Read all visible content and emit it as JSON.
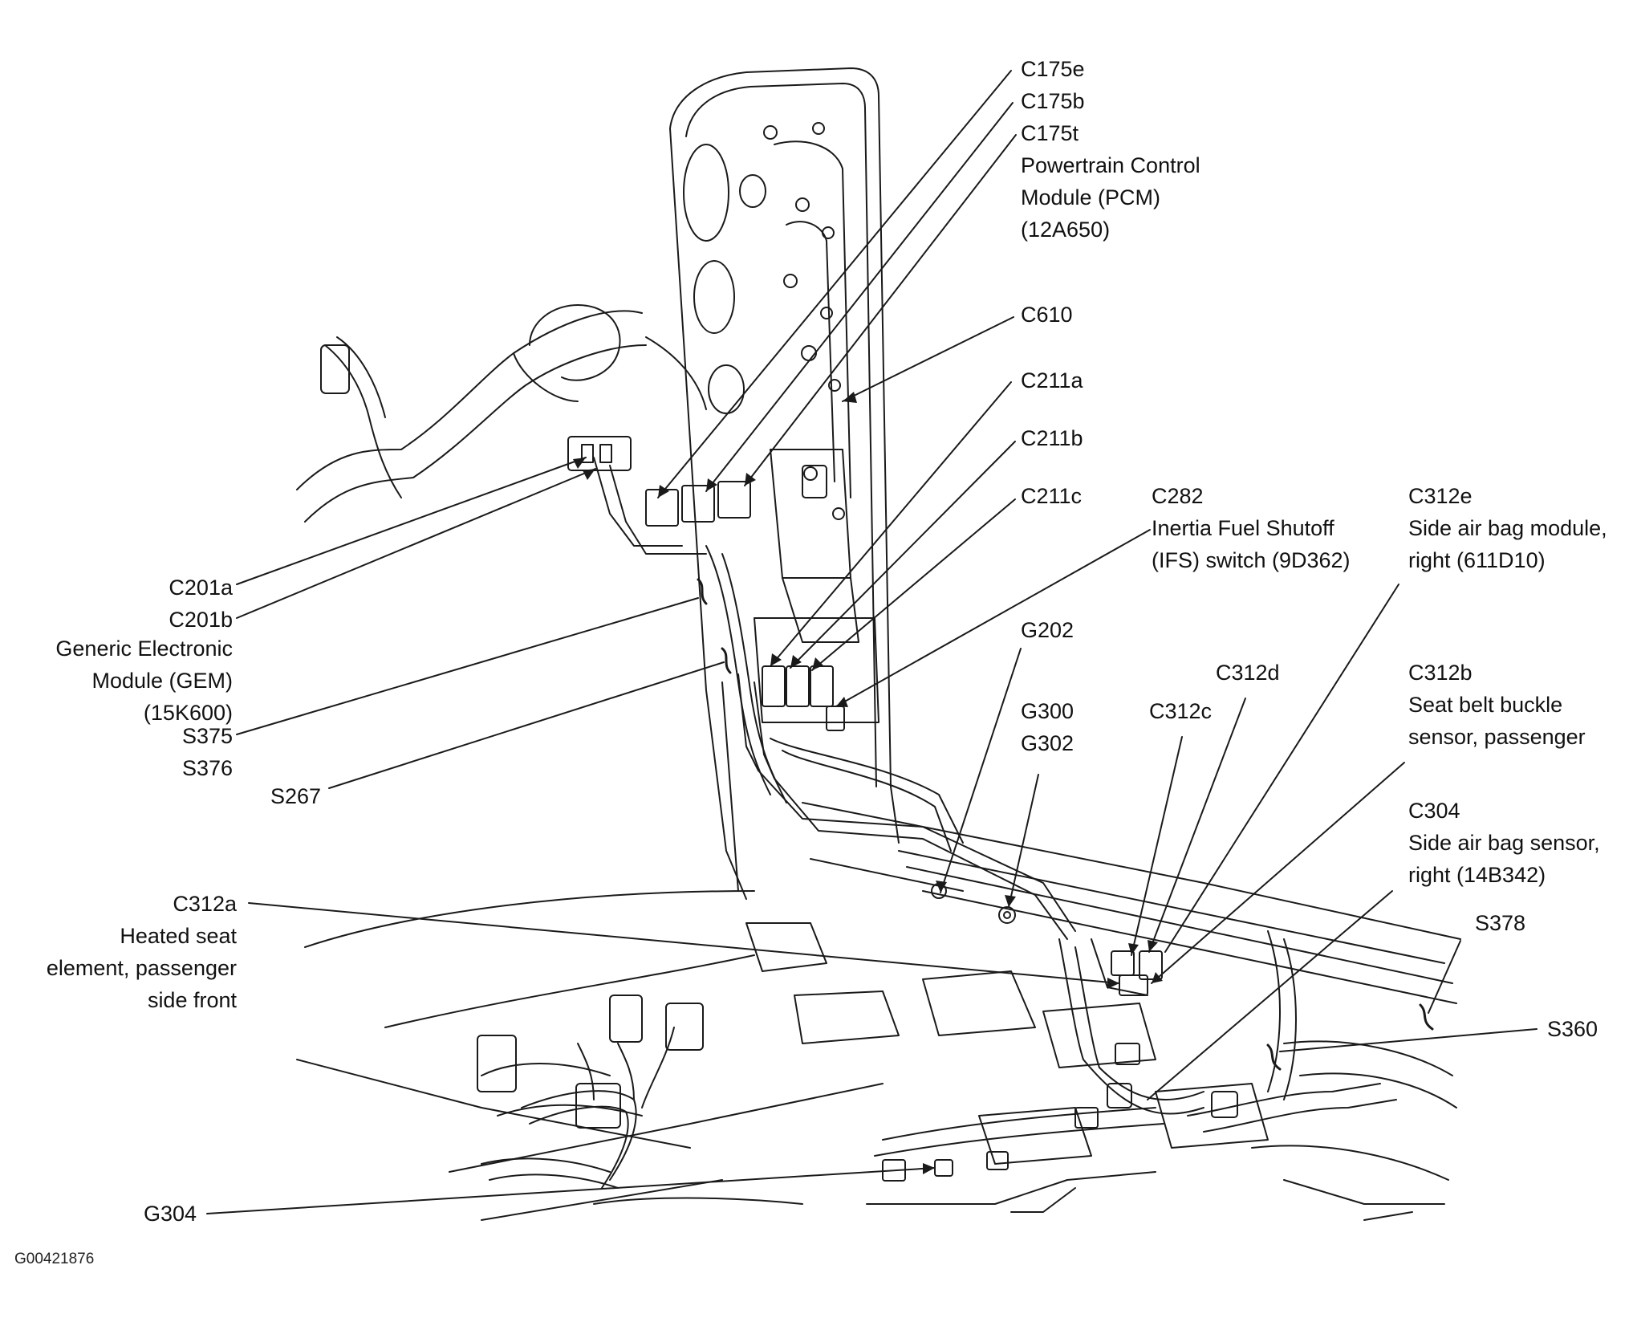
{
  "figure_id": "G00421876",
  "labels": {
    "c175e": "C175e",
    "c175b": "C175b",
    "c175t": "C175t",
    "pcm": [
      "Powertrain Control",
      "Module (PCM)",
      "(12A650)"
    ],
    "c610": "C610",
    "c211a": "C211a",
    "c211b": "C211b",
    "c211c": "C211c",
    "c282": [
      "C282",
      "Inertia Fuel Shutoff",
      "(IFS) switch (9D362)"
    ],
    "c312e": [
      "C312e",
      "Side air bag module,",
      "right (611D10)"
    ],
    "c201a": "C201a",
    "c201b": "C201b",
    "gem": [
      "Generic Electronic",
      "Module (GEM)",
      "(15K600)"
    ],
    "s375": "S375",
    "s376": "S376",
    "s267": "S267",
    "g202": "G202",
    "c312d": "C312d",
    "c312c": "C312c",
    "g300": "G300",
    "g302": "G302",
    "c312b": [
      "C312b",
      "Seat belt buckle",
      "sensor, passenger"
    ],
    "c304": [
      "C304",
      "Side air bag sensor,",
      "right (14B342)"
    ],
    "c312a": [
      "C312a",
      "Heated seat",
      "element, passenger",
      "side front"
    ],
    "s378": "S378",
    "s360": "S360",
    "g304": "G304"
  }
}
